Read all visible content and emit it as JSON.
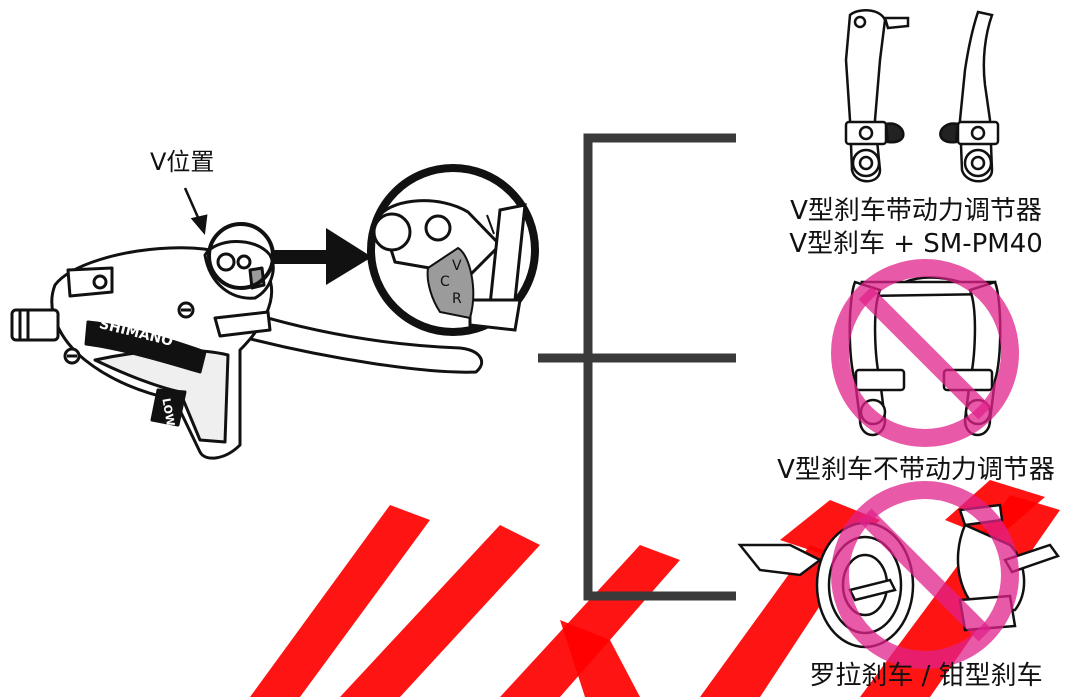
{
  "v_position_label": "V位置",
  "lever_brand": "SHIMANO",
  "lever_low_mark": "LOW",
  "zoom_marks": {
    "v": "V",
    "c": "C",
    "r": "R"
  },
  "options": [
    {
      "caption_lines": [
        "V型刹车带动力调节器",
        "V型刹车 + SM-PM40"
      ],
      "allowed": true
    },
    {
      "caption_lines": [
        "V型刹车不带动力调节器"
      ],
      "allowed": false
    },
    {
      "caption_lines": [
        "罗拉刹车 / 钳型刹车"
      ],
      "allowed": false
    }
  ],
  "colors": {
    "prohibit": "#e0218a",
    "watermark": "#ff0000",
    "bracket": "#3a3a3a",
    "line": "#111111",
    "shade": "#9b9b9b"
  }
}
